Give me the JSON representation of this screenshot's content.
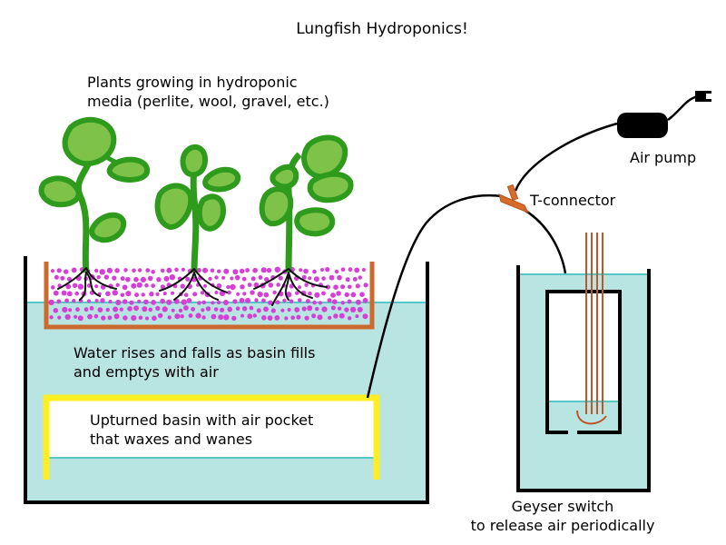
{
  "title": "Lungfish Hydroponics!",
  "labels": {
    "plants": [
      "Plants growing in hydroponic",
      "media (perlite, wool, gravel, etc.)"
    ],
    "air_pump": "Air pump",
    "t_connector": "T-connector",
    "water": [
      "Water rises and falls as basin fills",
      "and emptys with air"
    ],
    "basin": [
      "Upturned basin with air pocket",
      "that waxes and wanes"
    ],
    "geyser": [
      "Geyser switch",
      "to release air periodically"
    ]
  },
  "colors": {
    "water": "#b8e4e2",
    "water_line": "#56c7c5",
    "tank_outline": "#000000",
    "media_dots": "#d63fd6",
    "media_tray": "#cc6a2e",
    "leaf_fill": "#7ec24a",
    "leaf_outline": "#2e9b1c",
    "basin_outline": "#ffee22",
    "connector": "#d86a2a",
    "geyser_tubes": "#c0542a",
    "tubing": "#000000",
    "pump": "#000000"
  },
  "icons": {
    "pump": "air-pump-icon",
    "plug": "power-plug-icon",
    "connector": "t-connector-icon"
  }
}
